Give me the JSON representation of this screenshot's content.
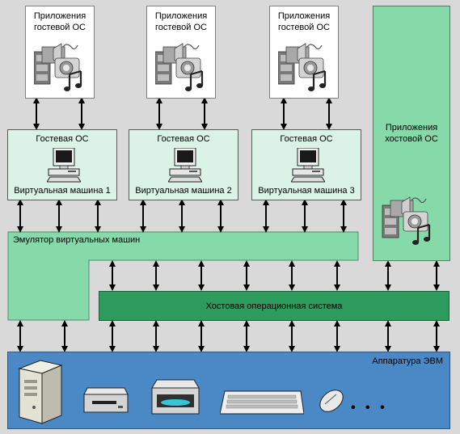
{
  "guest_apps_label": "Приложения\nгостевой ОС",
  "guest_apps": [
    {
      "line1": "Приложения",
      "line2": "гостевой ОС"
    },
    {
      "line1": "Приложения",
      "line2": "гостевой ОС"
    },
    {
      "line1": "Приложения",
      "line2": "гостевой ОС"
    }
  ],
  "vms": [
    {
      "os": "Гостевая ОС",
      "name": "Виртуальная машина 1"
    },
    {
      "os": "Гостевая ОС",
      "name": "Виртуальная машина 2"
    },
    {
      "os": "Гостевая ОС",
      "name": "Виртуальная машина 3"
    }
  ],
  "host_apps": {
    "line1": "Приложения",
    "line2": "хостовой ОС"
  },
  "emulator": {
    "label": "Эмулятор виртуальных машин"
  },
  "host_os": {
    "label": "Хостовая операционная система"
  },
  "hardware": {
    "label": "Аппаратура ЭВМ",
    "devices": [
      "server-icon",
      "floppy-drive-icon",
      "cd-drive-icon",
      "keyboard-icon",
      "mouse-icon",
      "ellipsis-icon"
    ],
    "ellipsis": "• • •"
  },
  "colors": {
    "background": "#d9d9d9",
    "vm_fill": "#dbf3e6",
    "emulator_fill": "#86d9a9",
    "host_os_fill": "#2e9b5e",
    "hardware_fill": "#4a88c6"
  }
}
